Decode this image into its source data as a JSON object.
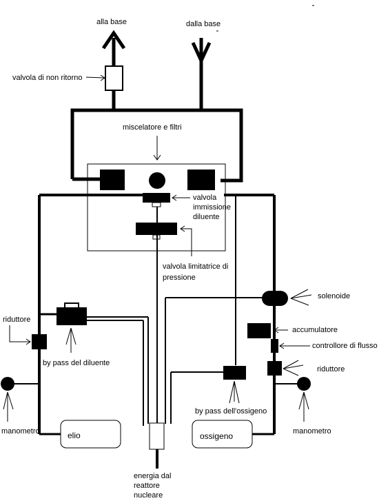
{
  "labels": {
    "to_base": "alla base",
    "from_base": "dalla base",
    "non_return_valve": "valvola di non ritorno",
    "mixer_filters": "miscelatore  e filtri",
    "diluent_inlet_valve_1": "valvola",
    "diluent_inlet_valve_2": "immissione",
    "diluent_inlet_valve_3": "diluente",
    "pressure_limiter_valve_1": "valvola limitatrice di",
    "pressure_limiter_valve_2": "pressione",
    "solenoid": "solenoide",
    "accumulator": "accumulatore",
    "flow_controller": "controllore di flusso",
    "reducer_left": "riduttore",
    "reducer_right": "riduttore",
    "diluent_bypass": "by pass del diluente",
    "oxygen_bypass": "by pass dell'ossigeno",
    "manometer_left": "manometro",
    "manometer_right": "manometro",
    "helium_tank": "elio",
    "oxygen_tank": "ossigeno",
    "energy_1": "energia dal",
    "energy_2": "reattore",
    "energy_3": "nucleare"
  }
}
